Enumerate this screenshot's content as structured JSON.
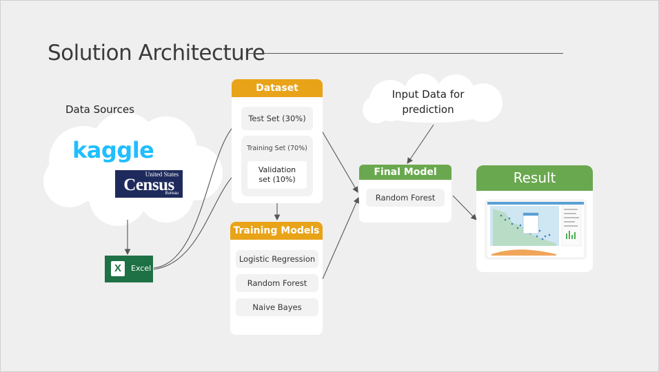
{
  "title": "Solution Architecture",
  "data_sources": {
    "label": "Data Sources",
    "kaggle": "kaggle",
    "census_top": "United States",
    "census_main": "Census",
    "census_sub": "Bureau",
    "excel_label": "Excel",
    "excel_letter": "X"
  },
  "dataset": {
    "header": "Dataset",
    "test_set": "Test Set (30%)",
    "training_set": "Training Set (70%)",
    "validation_set": "Validation set (10%)"
  },
  "training_models": {
    "header": "Training Models",
    "items": [
      "Logistic Regression",
      "Random Forest",
      "Naive Bayes"
    ]
  },
  "input_data": "Input Data for prediction",
  "final_model": {
    "header": "Final Model",
    "item": "Random Forest"
  },
  "result": {
    "header": "Result"
  },
  "colors": {
    "orange": "#e8a318",
    "green": "#6aa84f",
    "kaggle_blue": "#20beff",
    "census_navy": "#1f2a5c",
    "excel_green": "#1e7145"
  }
}
